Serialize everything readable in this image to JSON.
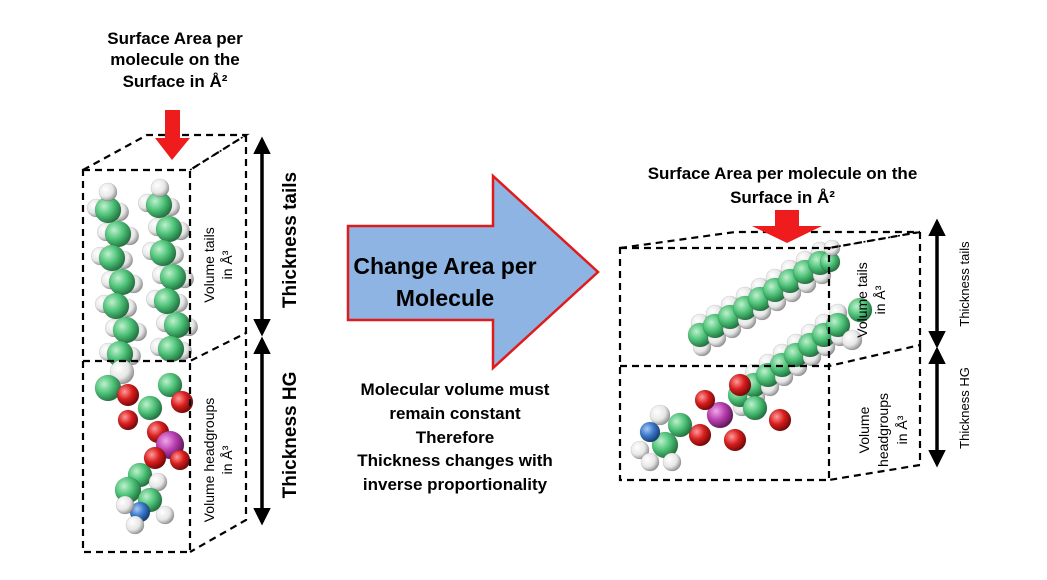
{
  "left": {
    "surface_area_lines": [
      "Surface Area per",
      "molecule on the",
      "Surface in Å²"
    ],
    "volume_tails": [
      "Volume tails",
      "in Å³"
    ],
    "volume_headgroups": [
      "Volume headgroups",
      "in Å³"
    ],
    "thickness_tails": "Thickness tails",
    "thickness_hg": "Thickness HG"
  },
  "center": {
    "arrow_label_lines": [
      "Change Area per",
      "Molecule"
    ],
    "note_lines": [
      "Molecular volume must",
      "remain constant",
      "Therefore",
      "Thickness changes with",
      "inverse proportionality"
    ]
  },
  "right": {
    "surface_area_lines": [
      "Surface Area per molecule on the",
      "Surface in Å²"
    ],
    "volume_tails": [
      "Volume tails",
      "in Å³"
    ],
    "volume_headgroups": [
      "Volume",
      "headgroups",
      "in Å³"
    ],
    "thickness_tails": "Thickness tails",
    "thickness_hg": "Thickness HG"
  },
  "colors": {
    "red_arrow": "#ee1c1c",
    "big_arrow_fill": "#8eb4e3",
    "big_arrow_stroke": "#e01b1b",
    "carbon": "#4fc47a",
    "hydrogen": "#e8e8e8",
    "oxygen": "#d81e1e",
    "phosphorus": "#b93fb0",
    "nitrogen": "#3a78c9"
  }
}
